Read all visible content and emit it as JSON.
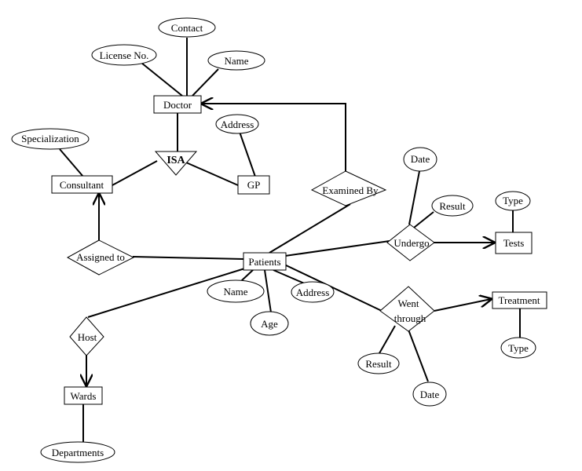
{
  "entities": {
    "doctor": "Doctor",
    "consultant": "Consultant",
    "gp": "GP",
    "patients": "Patients",
    "tests": "Tests",
    "treatment": "Treatment",
    "wards": "Wards"
  },
  "attributes": {
    "contact": "Contact",
    "license_no": "License No.",
    "doctor_name": "Name",
    "gp_address": "Address",
    "specialization": "Specialization",
    "undergo_date": "Date",
    "undergo_result": "Result",
    "tests_type": "Type",
    "patient_name": "Name",
    "patient_address": "Address",
    "patient_age": "Age",
    "treatment_type": "Type",
    "went_result": "Result",
    "went_date": "Date",
    "departments": "Departments"
  },
  "relationships": {
    "isa": "ISA",
    "examined_by": "Examined By",
    "undergo": "Undergo",
    "assigned_to": "Assigned to",
    "went_through_1": "Went",
    "went_through_2": "through",
    "host": "Host"
  }
}
